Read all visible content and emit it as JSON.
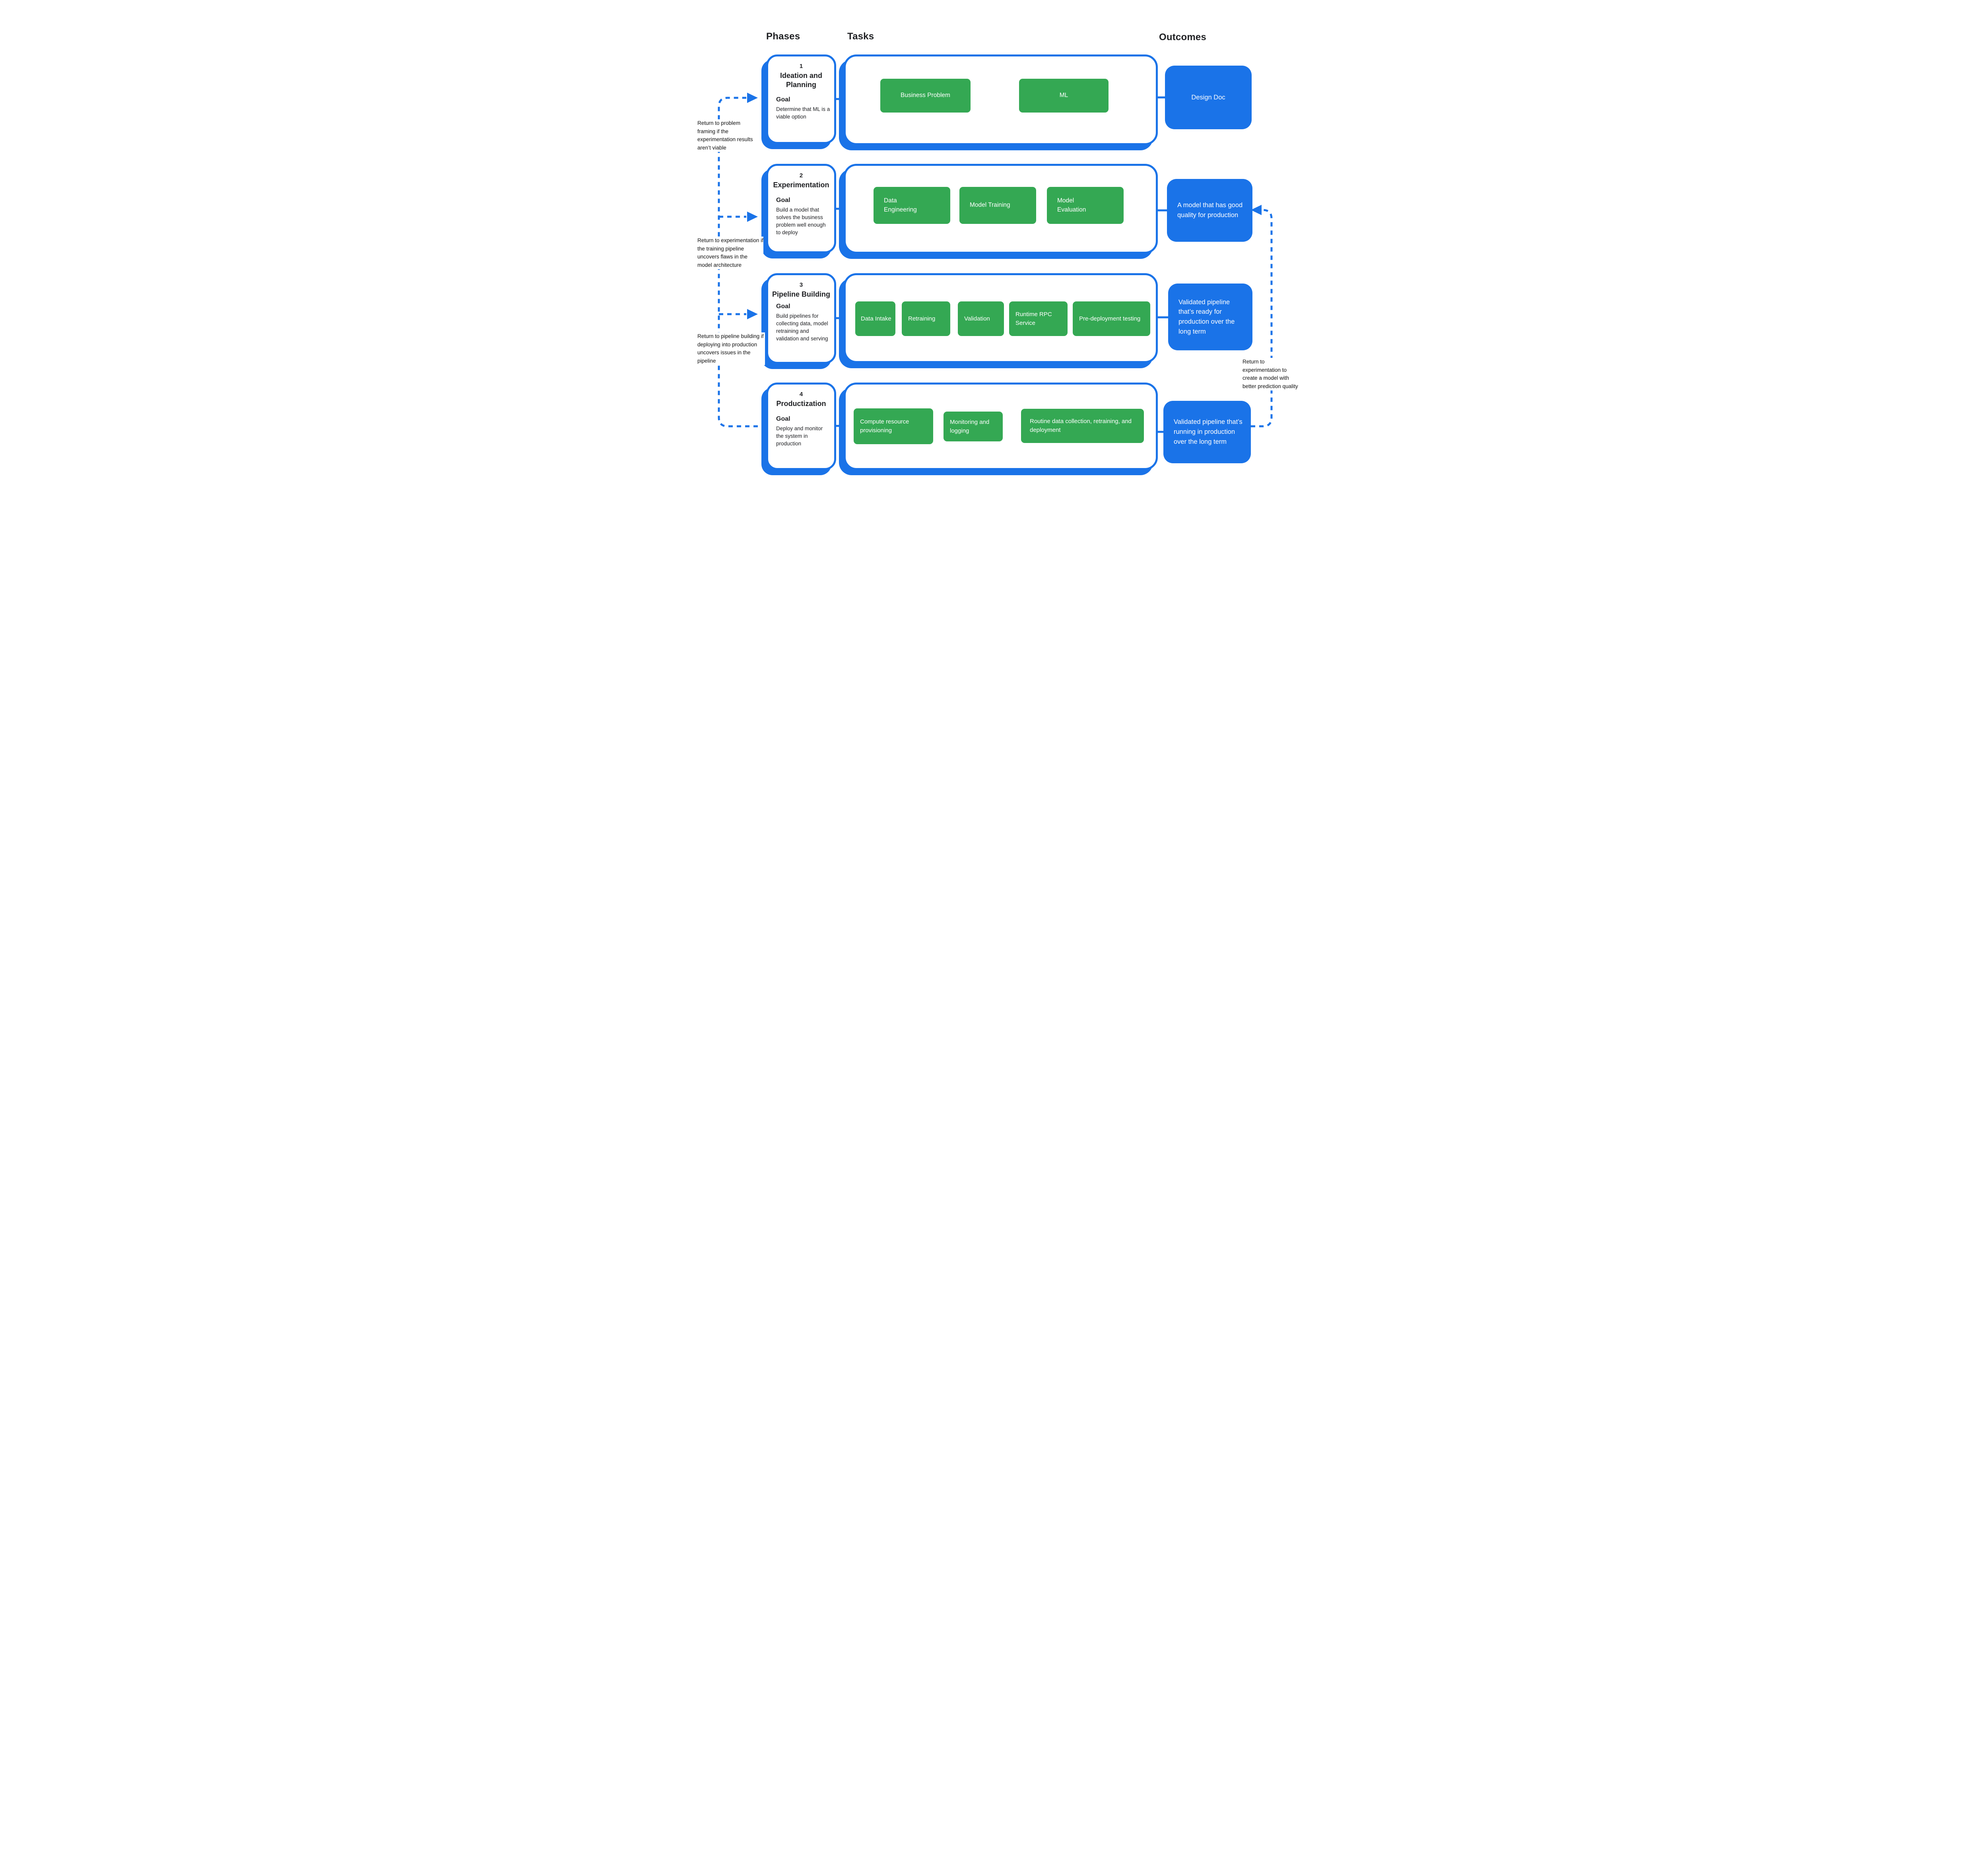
{
  "header": {
    "phases": "Phases",
    "tasks": "Tasks",
    "outcomes": "Outcomes"
  },
  "colors": {
    "blue": "#1A73E8",
    "green": "#34A853",
    "text": "#202124"
  },
  "phases": [
    {
      "number": "1",
      "title": "Ideation and Planning",
      "goal_label": "Goal",
      "goal": "Determine that ML is a viable option",
      "tasks": [
        "Business Problem",
        "ML"
      ],
      "outcome": "Design Doc"
    },
    {
      "number": "2",
      "title": "Experimentation",
      "goal_label": "Goal",
      "goal": "Build a model that solves the business problem well enough to deploy",
      "tasks": [
        "Data Engineering",
        "Model Training",
        "Model Evaluation"
      ],
      "outcome": "A model that has good quality for production"
    },
    {
      "number": "3",
      "title": "Pipeline Building",
      "goal_label": "Goal",
      "goal": "Build pipelines for collecting data, model retraining and validation and serving",
      "tasks": [
        "Data Intake",
        "Retraining",
        "Validation",
        "Runtime RPC Service",
        "Pre-deployment testing"
      ],
      "outcome": "Validated pipeline that’s ready for production over the long term"
    },
    {
      "number": "4",
      "title": "Productization",
      "goal_label": "Goal",
      "goal": "Deploy and monitor the system in production",
      "tasks": [
        "Compute resource provisioning",
        "Monitoring and logging",
        "Routine data collection, retraining, and deployment"
      ],
      "outcome": "Validated pipeline that’s running in production over the long term"
    }
  ],
  "annotations": {
    "left": [
      "Return to problem framing if the experimentation results aren’t viable",
      "Return to experimentation if the training pipeline uncovers flaws in the model architecture",
      "Return to pipeline building if deploying into production uncovers issues in the pipeline"
    ],
    "right": "Return to experimentation to create a model with better prediction quality"
  }
}
